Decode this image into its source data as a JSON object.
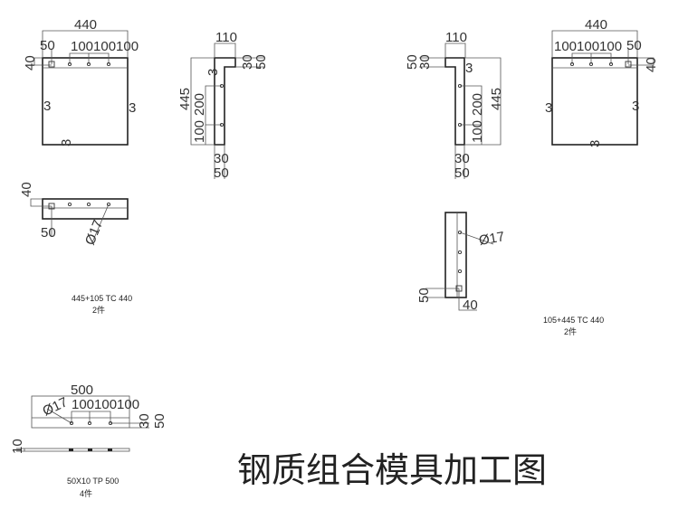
{
  "title": "钢质组合模具加工图",
  "parts": {
    "front_left": {
      "width": "440",
      "edge": "50",
      "spacing": "100100100",
      "offset": "40",
      "weld_left": "3",
      "weld_right": "3",
      "weld_bottom": "3"
    },
    "side_left": {
      "top": "110",
      "height": "445",
      "span1": "200",
      "span2": "100",
      "right1": "30",
      "right2": "50",
      "bottom1": "30",
      "bottom2": "50",
      "weld": "3"
    },
    "side_right": {
      "top": "110",
      "height": "445",
      "span1": "200",
      "span2": "100",
      "left1": "50",
      "left2": "30",
      "bottom1": "30",
      "bottom2": "50",
      "weld": "3"
    },
    "front_right": {
      "width": "440",
      "edge": "50",
      "spacing": "100100100",
      "offset": "40",
      "weld_left": "3",
      "weld_right": "3",
      "weld_bottom": "3"
    },
    "plan_left": {
      "offset": "40",
      "edge": "50",
      "hole": "Ø17",
      "spec": "445+105 TC 440",
      "qty": "2件"
    },
    "plan_right": {
      "hole": "Ø17",
      "edge": "50",
      "offset": "40",
      "spec": "105+445 TC 440",
      "qty": "2件"
    },
    "plate": {
      "length": "500",
      "hole": "Ø17",
      "spacing": "100100100",
      "dim1": "30",
      "dim2": "50",
      "thickness": "10",
      "spec": "50X10 TP 500",
      "qty": "4件"
    }
  }
}
